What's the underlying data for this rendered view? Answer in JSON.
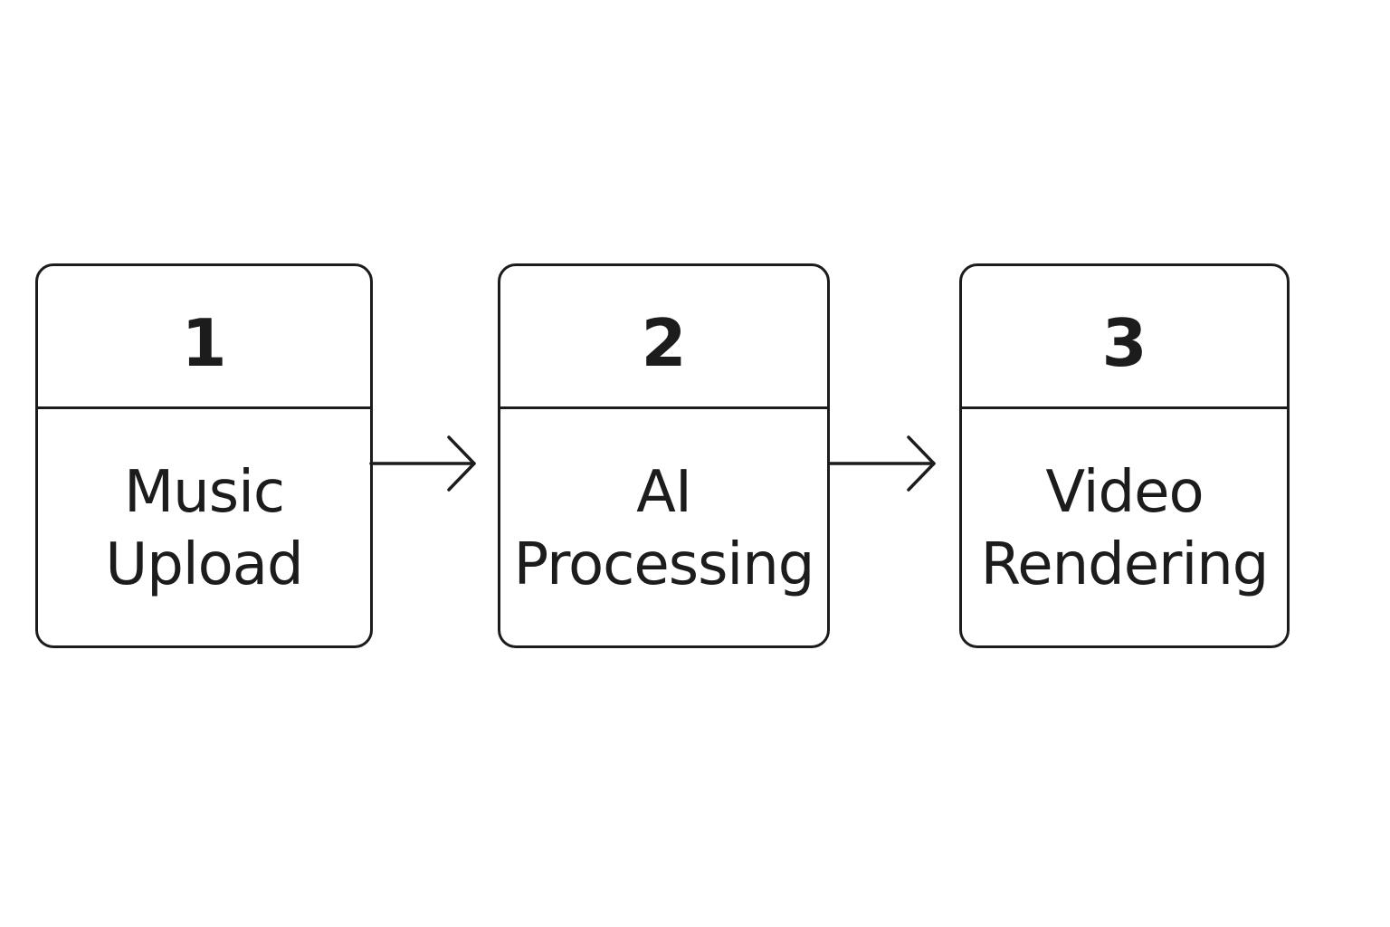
{
  "diagram": {
    "steps": [
      {
        "number": "1",
        "label_lines": [
          "Music",
          "Upload"
        ]
      },
      {
        "number": "2",
        "label_lines": [
          "AI",
          "Processing"
        ]
      },
      {
        "number": "3",
        "label_lines": [
          "Video",
          "Rendering"
        ]
      }
    ],
    "arrows": [
      {
        "from": "1",
        "to": "2"
      },
      {
        "from": "2",
        "to": "3"
      }
    ]
  }
}
